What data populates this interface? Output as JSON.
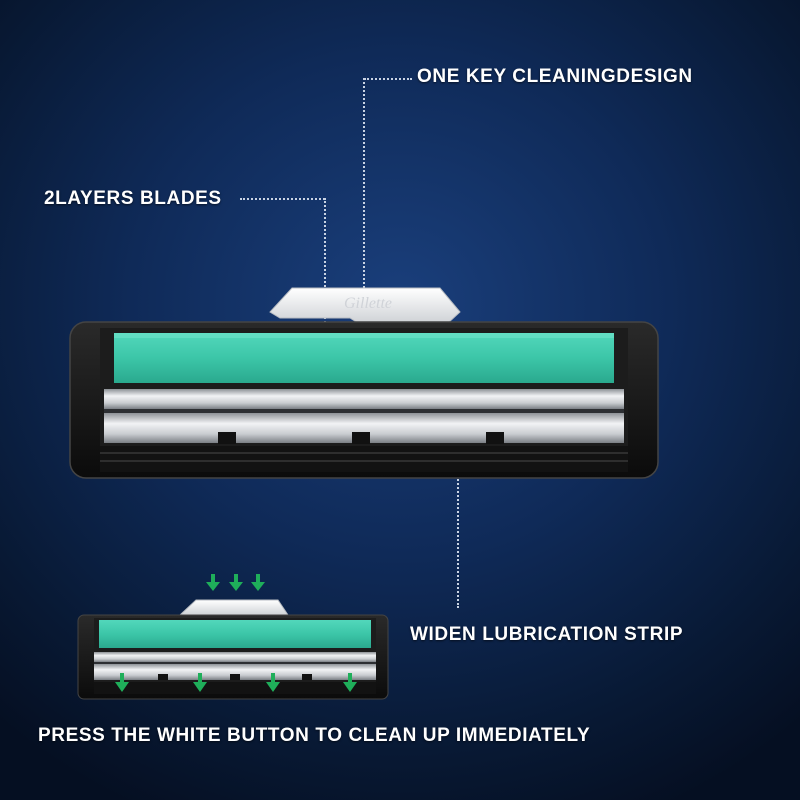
{
  "labels": {
    "cleaning_design": "ONE KEY CLEANINGDESIGN",
    "blades": "2LAYERS BLADES",
    "lubrication_strip": "WIDEN LUBRICATION STRIP",
    "press_button": "PRESS THE WHITE BUTTON TO CLEAN UP IMMEDIATELY"
  },
  "button_text": "Gillette",
  "colors": {
    "strip": "#3cc6a8",
    "frame": "#141414",
    "blade": "#d6d9dd",
    "button": "#e9e9e9",
    "arrow": "#1fae5a"
  }
}
